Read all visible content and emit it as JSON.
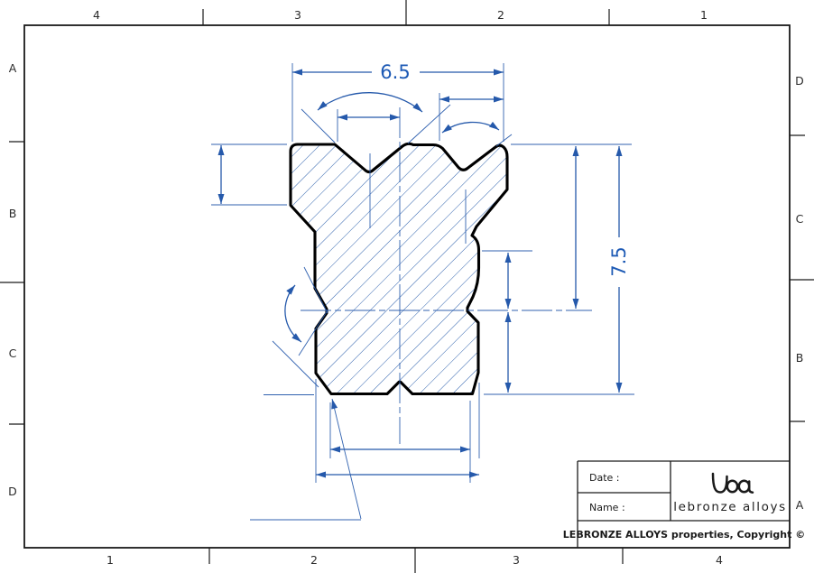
{
  "colors": {
    "line_blue": "#2559ab",
    "text_blue": "#1d5ab5",
    "ink": "#1a1a1a",
    "background": "#ffffff"
  },
  "frame": {
    "top_labels": [
      "4",
      "3",
      "2",
      "1"
    ],
    "bottom_labels": [
      "1",
      "2",
      "3",
      "4"
    ],
    "left_labels": [
      "A",
      "B",
      "C",
      "D"
    ],
    "right_labels": [
      "D",
      "C",
      "B",
      "A"
    ]
  },
  "dimensions": {
    "width_top": "6.5",
    "height_right": "7.5"
  },
  "title_block": {
    "date_label": "Date :",
    "name_label": "Name :",
    "logo_text": "lba",
    "brand": "lebronze alloys",
    "copyright": "LEBRONZE ALLOYS properties, Copyright ©"
  }
}
